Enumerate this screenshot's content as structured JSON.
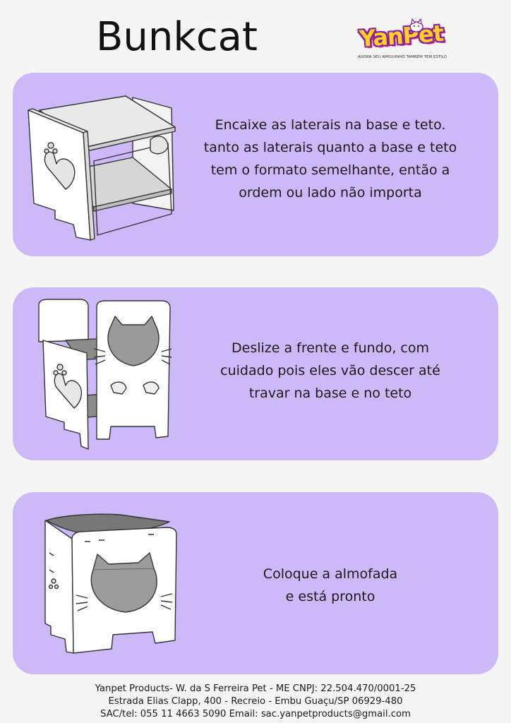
{
  "header": {
    "title": "Bunkcat",
    "logo": {
      "name": "yanpet-logo",
      "wordmark": "YanPet",
      "tagline": "AGORA SEU AMIGUINHO TAMBÉM TEM ESTILO"
    }
  },
  "steps": [
    {
      "lines": [
        "Encaixe as laterais na base e teto.",
        "tanto as laterais quanto a base e teto",
        "tem o formato semelhante, então a",
        "ordem ou lado não importa"
      ]
    },
    {
      "lines": [
        "Deslize a frente e fundo, com",
        "cuidado pois eles vão descer até",
        "travar na base e no teto"
      ]
    },
    {
      "lines": [
        "Coloque a almofada",
        "e está pronto"
      ]
    }
  ],
  "footer": {
    "lines": [
      "Yanpet Products- W. da S Ferreira Pet - ME CNPJ: 22.504.470/0001-25",
      "Estrada Elias Clapp, 400 - Recreio - Embu Guaçu/SP 06929-480",
      "SAC/tel: 055 11 4663 5090 Email: sac.yanpetproducts@gmail.com"
    ]
  },
  "colors": {
    "card_background": "#cdb8f8",
    "page_background": "#f5f5f5",
    "logo_yellow": "#ffd21f",
    "logo_purple": "#8a1fa5"
  }
}
